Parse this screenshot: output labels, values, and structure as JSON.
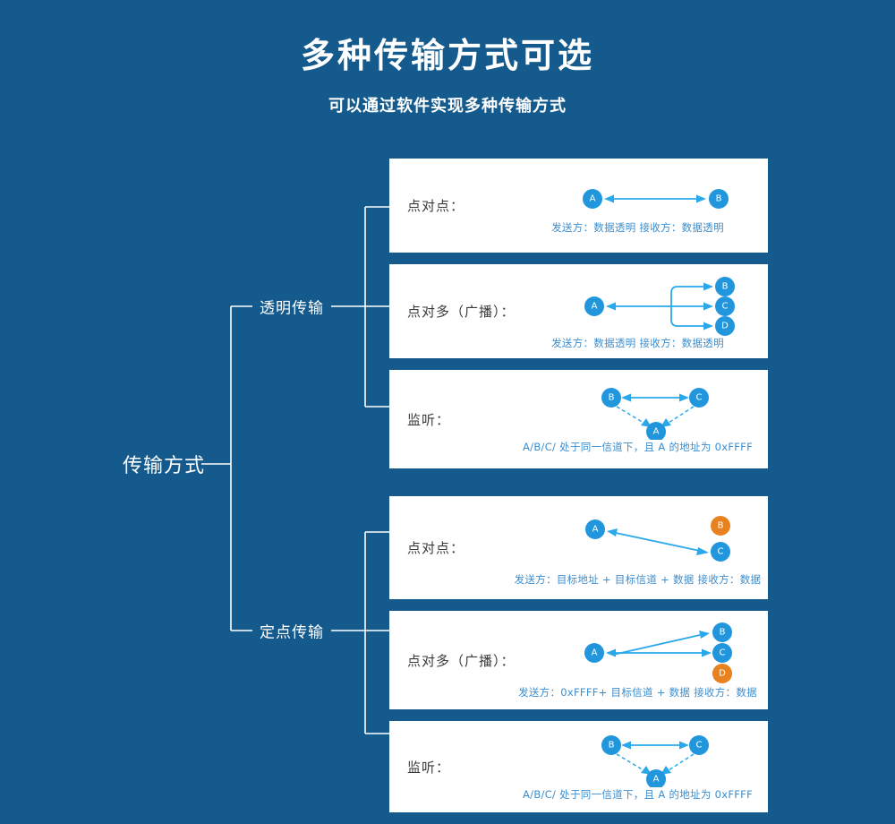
{
  "header": {
    "title": "多种传输方式可选",
    "subtitle": "可以通过软件实现多种传输方式"
  },
  "colors": {
    "background": "#155a8c",
    "card_background": "#ffffff",
    "node_blue": "#2196dd",
    "node_orange": "#e8821e",
    "arrow_blue": "#2aa8ea",
    "caption_blue": "#3d8ecf",
    "label_gray": "#3a3a3a",
    "tree_line": "#ffffff"
  },
  "tree": {
    "root_label": "传输方式",
    "branches": [
      {
        "label": "透明传输"
      },
      {
        "label": "定点传输"
      }
    ]
  },
  "cards": [
    {
      "label": "点对点：",
      "caption": "发送方：数据透明   接收方：数据透明",
      "nodes": [
        {
          "letter": "A",
          "color": "node_blue"
        },
        {
          "letter": "B",
          "color": "node_blue"
        }
      ],
      "diagram": "point-to-point-transparent"
    },
    {
      "label": "点对多（广播）：",
      "caption": "发送方：数据透明   接收方：数据透明",
      "nodes": [
        {
          "letter": "A",
          "color": "node_blue"
        },
        {
          "letter": "B",
          "color": "node_blue"
        },
        {
          "letter": "C",
          "color": "node_blue"
        },
        {
          "letter": "D",
          "color": "node_blue"
        }
      ],
      "diagram": "broadcast-transparent"
    },
    {
      "label": "监听：",
      "caption": "A/B/C/ 处于同一信道下，且 A 的地址为 0xFFFF",
      "nodes": [
        {
          "letter": "B",
          "color": "node_blue"
        },
        {
          "letter": "C",
          "color": "node_blue"
        },
        {
          "letter": "A",
          "color": "node_blue"
        }
      ],
      "diagram": "monitor"
    },
    {
      "label": "点对点：",
      "caption": "发送方：目标地址 + 目标信道 + 数据   接收方：数据",
      "nodes": [
        {
          "letter": "A",
          "color": "node_blue"
        },
        {
          "letter": "B",
          "color": "node_orange"
        },
        {
          "letter": "C",
          "color": "node_blue"
        }
      ],
      "diagram": "point-to-point-fixed"
    },
    {
      "label": "点对多（广播）：",
      "caption": "发送方：0xFFFF+ 目标信道 + 数据   接收方：数据",
      "nodes": [
        {
          "letter": "A",
          "color": "node_blue"
        },
        {
          "letter": "B",
          "color": "node_blue"
        },
        {
          "letter": "C",
          "color": "node_blue"
        },
        {
          "letter": "D",
          "color": "node_orange"
        }
      ],
      "diagram": "broadcast-fixed"
    },
    {
      "label": "监听：",
      "caption": "A/B/C/ 处于同一信道下，且 A 的地址为 0xFFFF",
      "nodes": [
        {
          "letter": "B",
          "color": "node_blue"
        },
        {
          "letter": "C",
          "color": "node_blue"
        },
        {
          "letter": "A",
          "color": "node_blue"
        }
      ],
      "diagram": "monitor"
    }
  ]
}
